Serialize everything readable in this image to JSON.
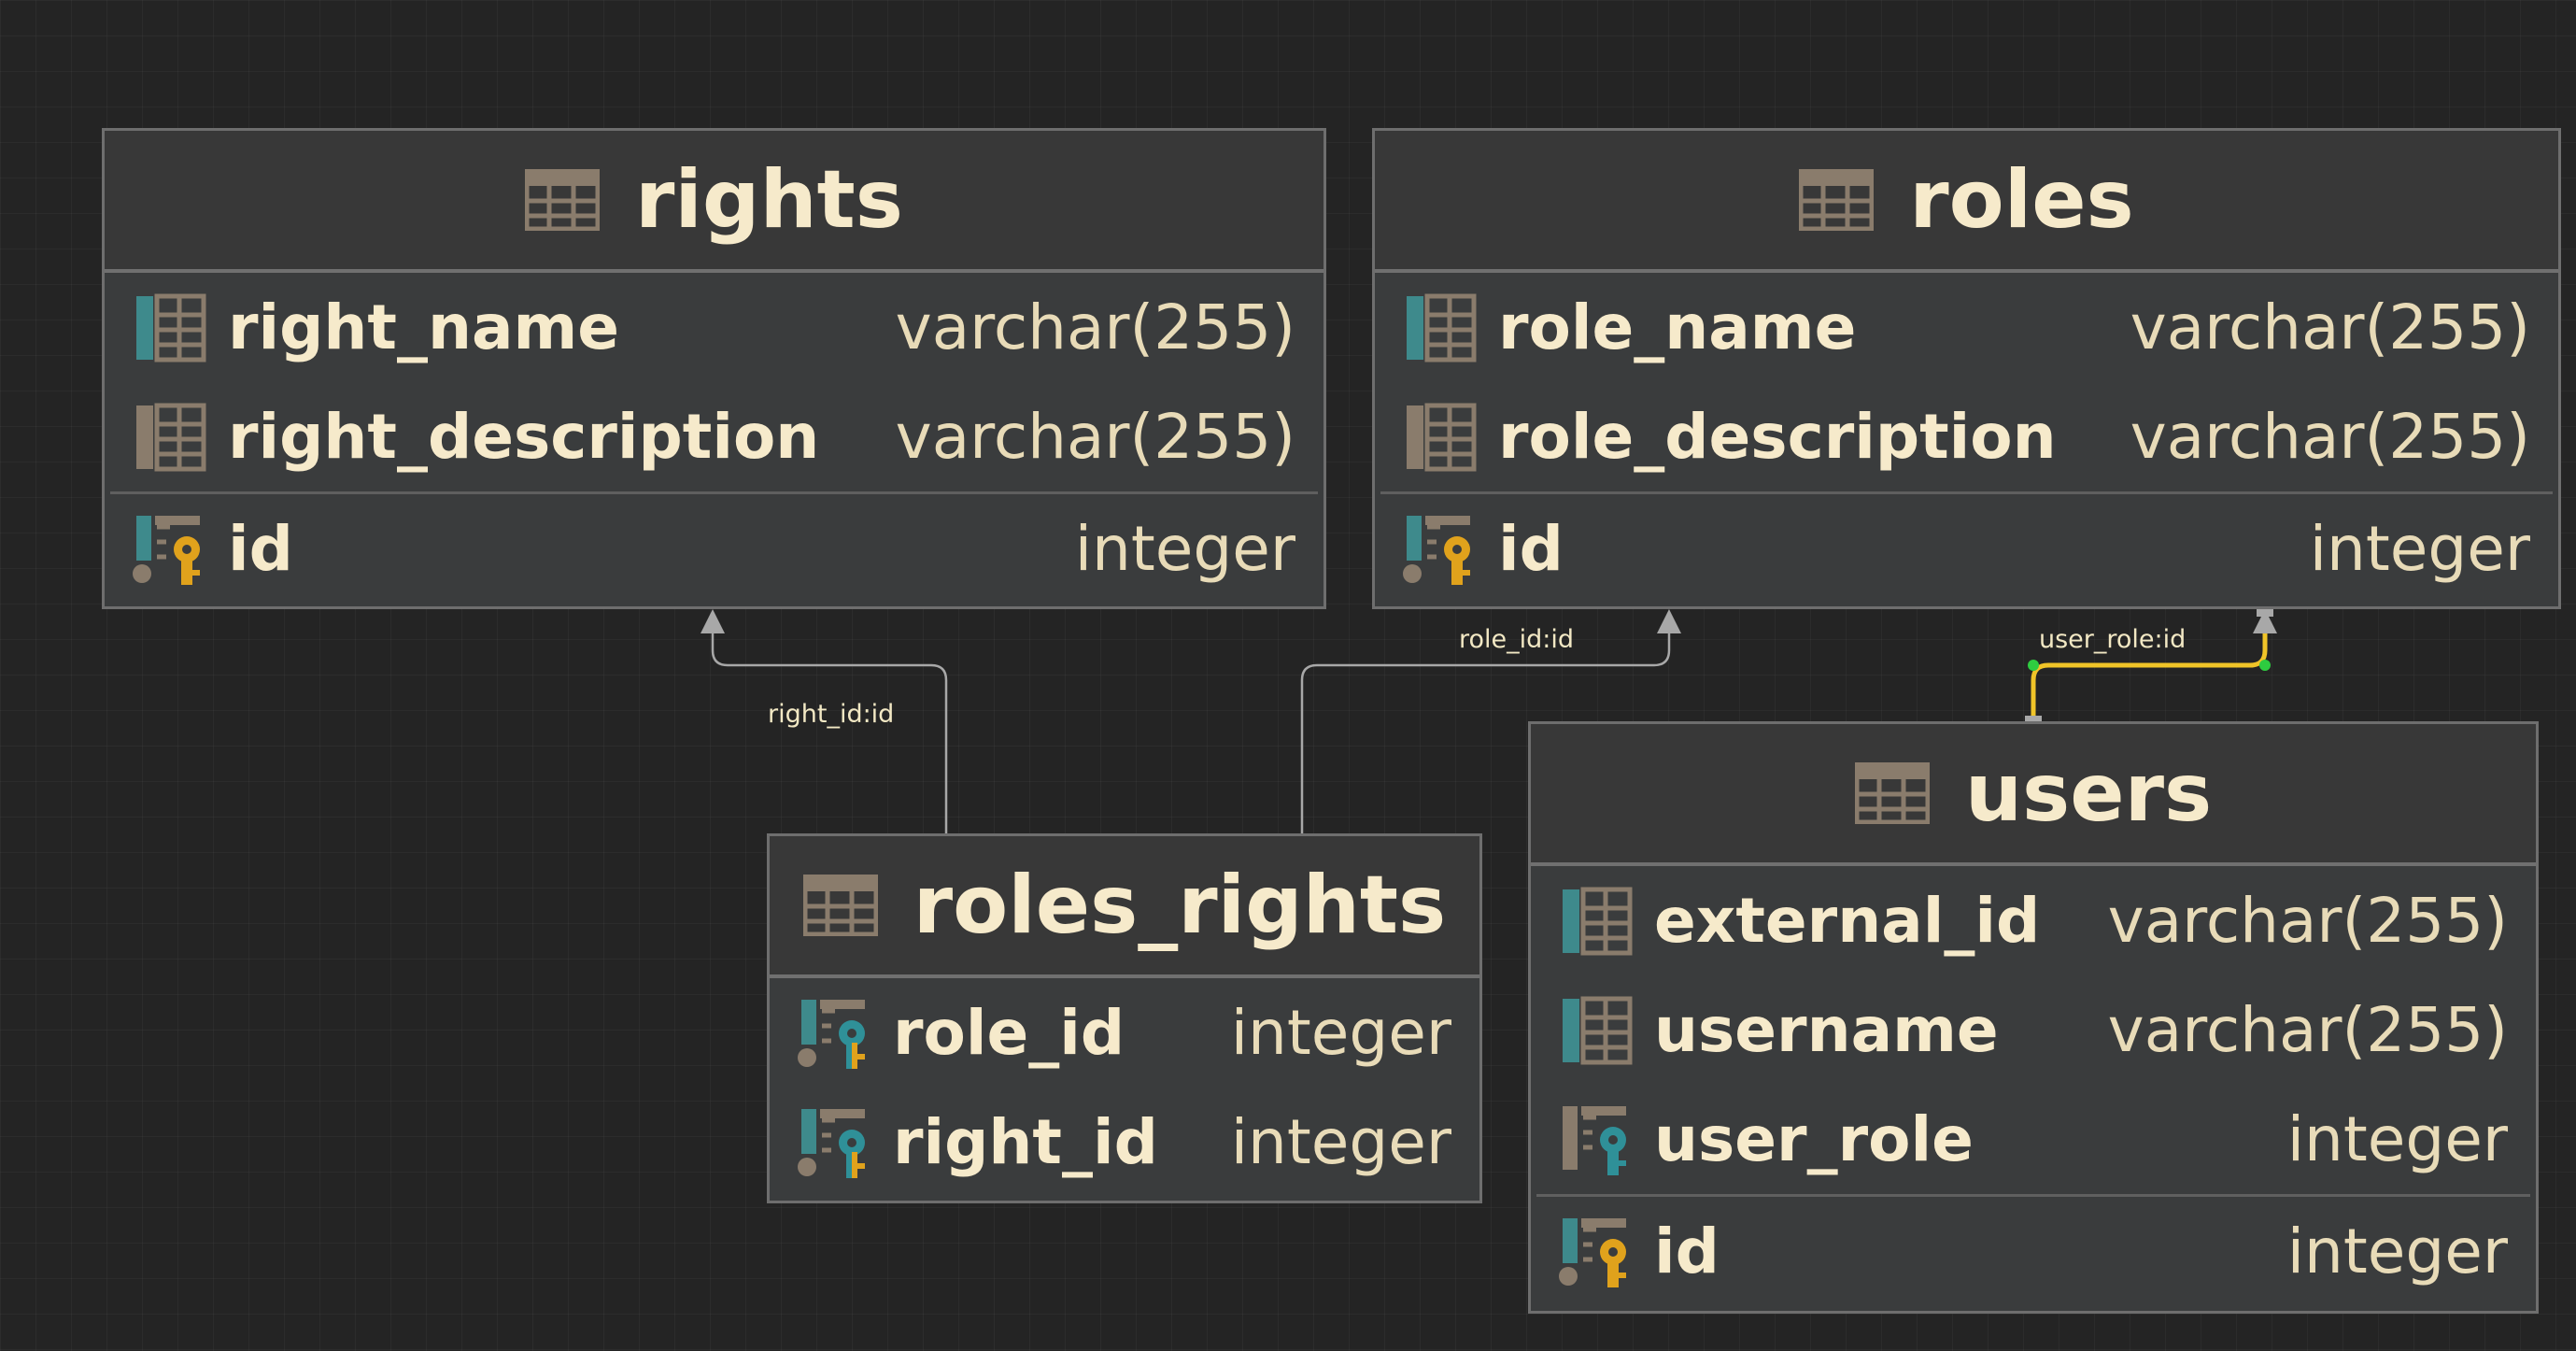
{
  "diagram": {
    "tables": {
      "rights": {
        "title": "rights",
        "columns": [
          {
            "name": "right_name",
            "type": "varchar(255)",
            "icon": "column-icon"
          },
          {
            "name": "right_description",
            "type": "varchar(255)",
            "icon": "column-icon"
          },
          {
            "name": "id",
            "type": "integer",
            "icon": "primary-key-icon"
          }
        ]
      },
      "roles": {
        "title": "roles",
        "columns": [
          {
            "name": "role_name",
            "type": "varchar(255)",
            "icon": "column-icon"
          },
          {
            "name": "role_description",
            "type": "varchar(255)",
            "icon": "column-icon"
          },
          {
            "name": "id",
            "type": "integer",
            "icon": "primary-key-icon"
          }
        ]
      },
      "roles_rights": {
        "title": "roles_rights",
        "columns": [
          {
            "name": "role_id",
            "type": "integer",
            "icon": "primary-foreign-key-icon"
          },
          {
            "name": "right_id",
            "type": "integer",
            "icon": "primary-foreign-key-icon"
          }
        ]
      },
      "users": {
        "title": "users",
        "columns": [
          {
            "name": "external_id",
            "type": "varchar(255)",
            "icon": "column-icon"
          },
          {
            "name": "username",
            "type": "varchar(255)",
            "icon": "column-icon"
          },
          {
            "name": "user_role",
            "type": "integer",
            "icon": "foreign-key-icon"
          },
          {
            "name": "id",
            "type": "integer",
            "icon": "primary-key-icon"
          }
        ]
      }
    },
    "relations": [
      {
        "label": "right_id:id",
        "from": "roles_rights",
        "to": "rights"
      },
      {
        "label": "role_id:id",
        "from": "roles_rights",
        "to": "roles"
      },
      {
        "label": "user_role:id",
        "from": "users",
        "to": "roles",
        "selected": true
      }
    ],
    "colors": {
      "background": "#242424",
      "title_text": "#f6eacb",
      "type_text": "#e8dbb8",
      "key_gold": "#e0a21c",
      "fk_teal": "#2f9098",
      "column_teal": "#3e8a8c",
      "selected_relation": "#f0c428",
      "relation_line": "#a8a8a8"
    }
  }
}
